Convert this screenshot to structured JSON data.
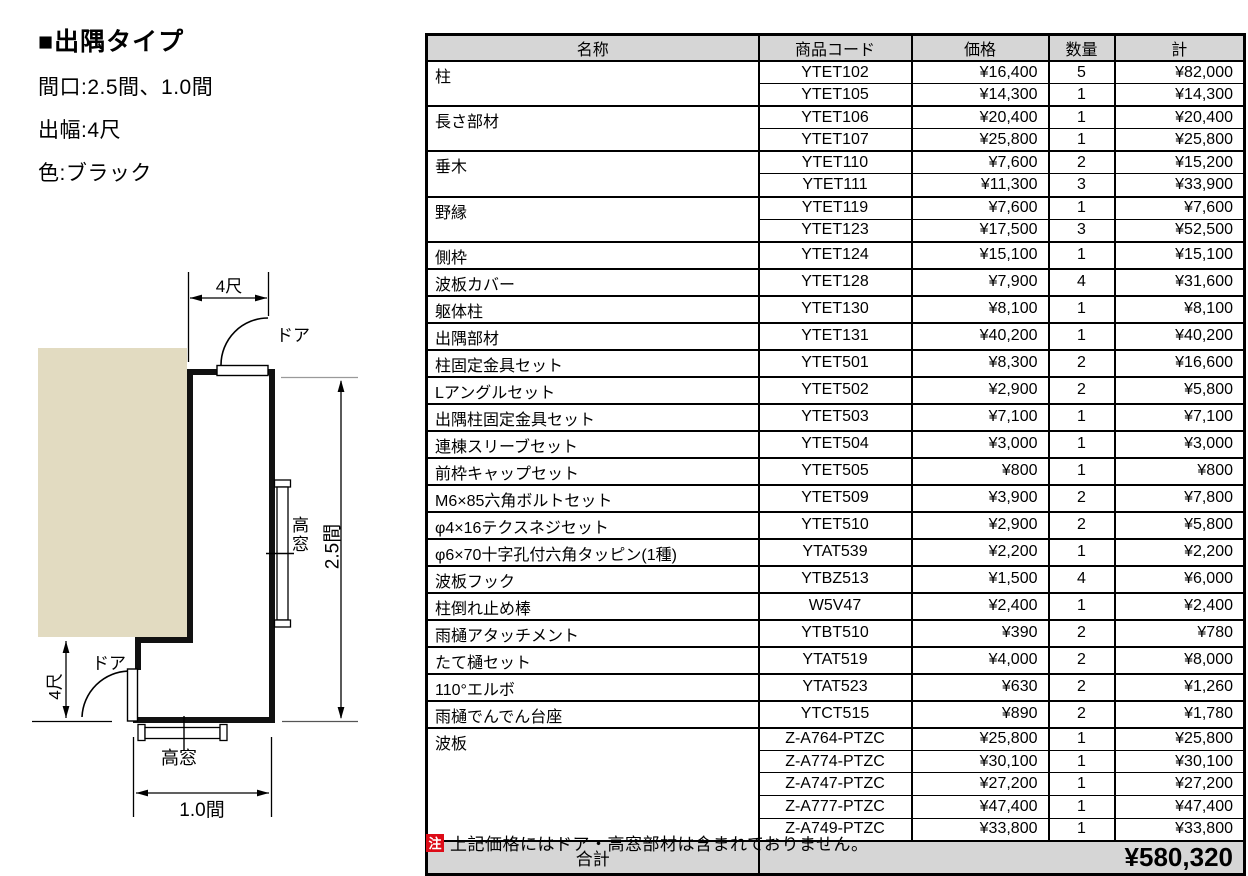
{
  "info": {
    "title": "■出隅タイプ",
    "spec_lines": [
      "間口:2.5間、1.0間",
      "出幅:4尺",
      "色:ブラック"
    ]
  },
  "diagram": {
    "dim_top_width": "4尺",
    "dim_right_depth": "2.5間",
    "dim_bottom_width": "1.0間",
    "dim_left_depth": "4尺",
    "door_top_label": "ドア",
    "door_left_label": "ドア",
    "window_right_label": "高窓",
    "window_bottom_label": "高窓"
  },
  "table": {
    "headers": [
      "名称",
      "商品コード",
      "価格",
      "数量",
      "計"
    ],
    "groups": [
      {
        "name": "柱",
        "rows": [
          [
            "YTET102",
            "¥16,400",
            "5",
            "¥82,000"
          ],
          [
            "YTET105",
            "¥14,300",
            "1",
            "¥14,300"
          ]
        ]
      },
      {
        "name": "長さ部材",
        "rows": [
          [
            "YTET106",
            "¥20,400",
            "1",
            "¥20,400"
          ],
          [
            "YTET107",
            "¥25,800",
            "1",
            "¥25,800"
          ]
        ]
      },
      {
        "name": "垂木",
        "rows": [
          [
            "YTET110",
            "¥7,600",
            "2",
            "¥15,200"
          ],
          [
            "YTET111",
            "¥11,300",
            "3",
            "¥33,900"
          ]
        ]
      },
      {
        "name": "野縁",
        "rows": [
          [
            "YTET119",
            "¥7,600",
            "1",
            "¥7,600"
          ],
          [
            "YTET123",
            "¥17,500",
            "3",
            "¥52,500"
          ]
        ]
      },
      {
        "name": "側枠",
        "rows": [
          [
            "YTET124",
            "¥15,100",
            "1",
            "¥15,100"
          ]
        ]
      },
      {
        "name": "波板カバー",
        "rows": [
          [
            "YTET128",
            "¥7,900",
            "4",
            "¥31,600"
          ]
        ]
      },
      {
        "name": "躯体柱",
        "rows": [
          [
            "YTET130",
            "¥8,100",
            "1",
            "¥8,100"
          ]
        ]
      },
      {
        "name": "出隅部材",
        "rows": [
          [
            "YTET131",
            "¥40,200",
            "1",
            "¥40,200"
          ]
        ]
      },
      {
        "name": "柱固定金具セット",
        "rows": [
          [
            "YTET501",
            "¥8,300",
            "2",
            "¥16,600"
          ]
        ]
      },
      {
        "name": "Lアングルセット",
        "rows": [
          [
            "YTET502",
            "¥2,900",
            "2",
            "¥5,800"
          ]
        ]
      },
      {
        "name": "出隅柱固定金具セット",
        "rows": [
          [
            "YTET503",
            "¥7,100",
            "1",
            "¥7,100"
          ]
        ]
      },
      {
        "name": "連棟スリーブセット",
        "rows": [
          [
            "YTET504",
            "¥3,000",
            "1",
            "¥3,000"
          ]
        ]
      },
      {
        "name": "前枠キャップセット",
        "rows": [
          [
            "YTET505",
            "¥800",
            "1",
            "¥800"
          ]
        ]
      },
      {
        "name": "M6×85六角ボルトセット",
        "rows": [
          [
            "YTET509",
            "¥3,900",
            "2",
            "¥7,800"
          ]
        ]
      },
      {
        "name": "φ4×16テクスネジセット",
        "rows": [
          [
            "YTET510",
            "¥2,900",
            "2",
            "¥5,800"
          ]
        ]
      },
      {
        "name": "φ6×70十字孔付六角タッピン(1種)",
        "rows": [
          [
            "YTAT539",
            "¥2,200",
            "1",
            "¥2,200"
          ]
        ]
      },
      {
        "name": "波板フック",
        "rows": [
          [
            "YTBZ513",
            "¥1,500",
            "4",
            "¥6,000"
          ]
        ]
      },
      {
        "name": "柱倒れ止め棒",
        "rows": [
          [
            "W5V47",
            "¥2,400",
            "1",
            "¥2,400"
          ]
        ]
      },
      {
        "name": "雨樋アタッチメント",
        "rows": [
          [
            "YTBT510",
            "¥390",
            "2",
            "¥780"
          ]
        ]
      },
      {
        "name": "たて樋セット",
        "rows": [
          [
            "YTAT519",
            "¥4,000",
            "2",
            "¥8,000"
          ]
        ]
      },
      {
        "name": "110°エルボ",
        "rows": [
          [
            "YTAT523",
            "¥630",
            "2",
            "¥1,260"
          ]
        ]
      },
      {
        "name": "雨樋でんでん台座",
        "rows": [
          [
            "YTCT515",
            "¥890",
            "2",
            "¥1,780"
          ]
        ]
      },
      {
        "name": "波板",
        "rows": [
          [
            "Z-A764-PTZC",
            "¥25,800",
            "1",
            "¥25,800"
          ],
          [
            "Z-A774-PTZC",
            "¥30,100",
            "1",
            "¥30,100"
          ],
          [
            "Z-A747-PTZC",
            "¥27,200",
            "1",
            "¥27,200"
          ],
          [
            "Z-A777-PTZC",
            "¥47,400",
            "1",
            "¥47,400"
          ],
          [
            "Z-A749-PTZC",
            "¥33,800",
            "1",
            "¥33,800"
          ]
        ]
      }
    ],
    "total_label": "合計",
    "total_value": "¥580,320"
  },
  "note": {
    "badge": "注",
    "text": "上記価格にはドア・高窓部材は含まれておりません。"
  },
  "colors": {
    "header_bg": "#d6d6d6",
    "note_red": "#dd0b17",
    "building_beige": "#e2dbc1",
    "line_black": "#000000"
  }
}
